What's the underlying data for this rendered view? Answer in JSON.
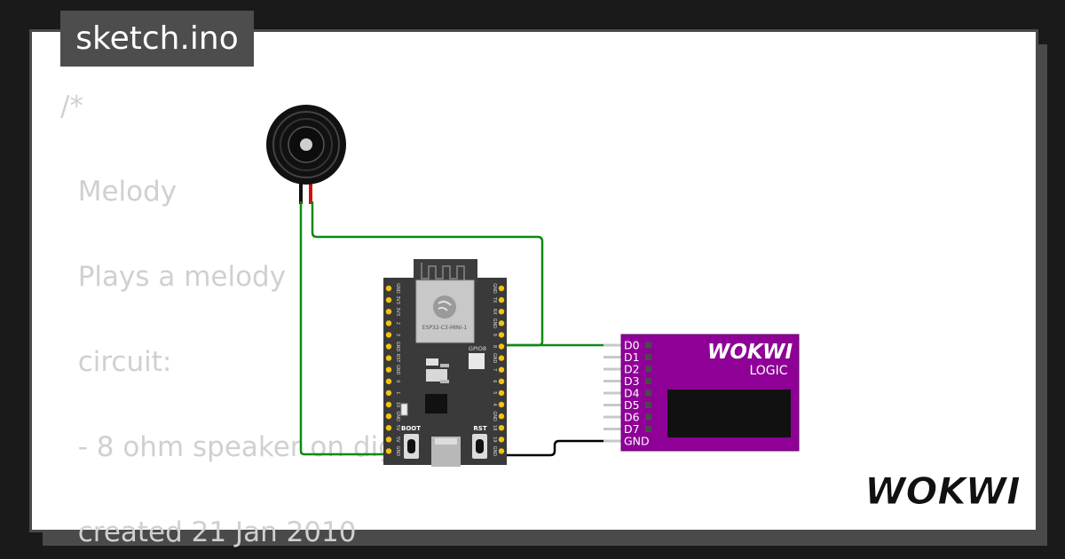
{
  "tab": {
    "filename": "sketch.ino"
  },
  "code": {
    "lines": [
      "/*",
      "  Melody",
      "  Plays a melody",
      "  circuit:",
      "  - 8 ohm speaker on digital pin",
      "  created 21 Jan 2010"
    ]
  },
  "board": {
    "module_label": "ESP32-C3-MINI-1",
    "gpio_label": "GPIO8",
    "boot_label": "BOOT",
    "rst_label": "RST",
    "left_pins": [
      "GND",
      "3V3",
      "3V3",
      "2",
      "3",
      "GND",
      "RST",
      "GND",
      "0",
      "1",
      "10",
      "GND",
      "5V",
      "5V",
      "GND"
    ],
    "right_pins": [
      "GND",
      "TX",
      "RX",
      "GND",
      "9",
      "8",
      "GND",
      "7",
      "6",
      "5",
      "4",
      "GND",
      "18",
      "19",
      "GND"
    ]
  },
  "analyzer": {
    "brand": "WOKWI",
    "subtitle": "LOGIC",
    "channels": [
      "D0",
      "D1",
      "D2",
      "D3",
      "D4",
      "D5",
      "D6",
      "D7",
      "GND"
    ]
  },
  "brand": {
    "logo_text": "WOKWI"
  },
  "colors": {
    "wire_green": "#0b8a12",
    "wire_black": "#000000",
    "wire_red": "#d01010",
    "board": "#3a3a3a",
    "analyzer": "#8e0096",
    "pin_yellow": "#f2c40f"
  }
}
